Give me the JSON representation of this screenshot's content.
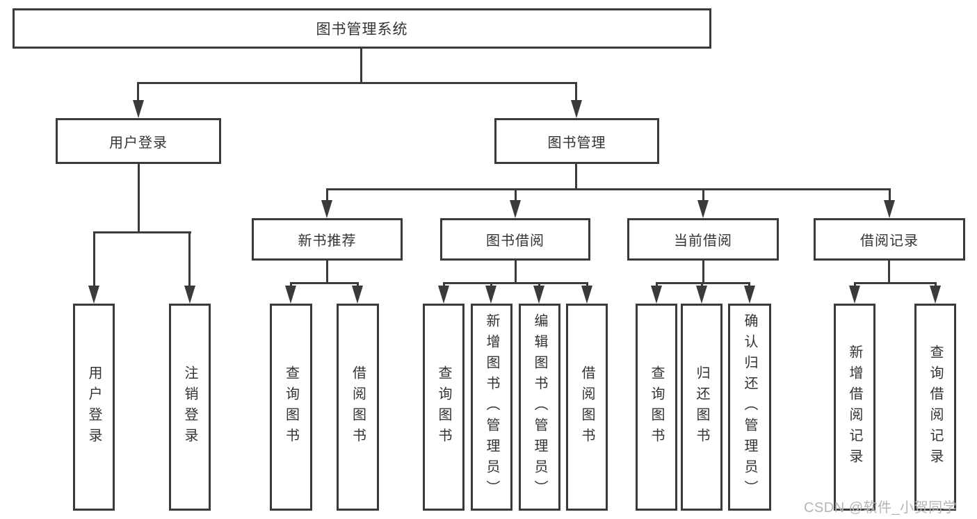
{
  "tree": {
    "root": {
      "label": "图书管理系统"
    },
    "branches": [
      {
        "label": "用户登录",
        "children": [
          {
            "label": "用户登录"
          },
          {
            "label": "注销登录"
          }
        ]
      },
      {
        "label": "图书管理",
        "children": [
          {
            "label": "新书推荐",
            "children": [
              {
                "label": "查询图书"
              },
              {
                "label": "借阅图书"
              }
            ]
          },
          {
            "label": "图书借阅",
            "children": [
              {
                "label": "查询图书"
              },
              {
                "label": "新增图书（管理员）"
              },
              {
                "label": "编辑图书（管理员）"
              },
              {
                "label": "借阅图书"
              }
            ]
          },
          {
            "label": "当前借阅",
            "children": [
              {
                "label": "查询图书"
              },
              {
                "label": "归还图书"
              },
              {
                "label": "确认归还（管理员）"
              }
            ]
          },
          {
            "label": "借阅记录",
            "children": [
              {
                "label": "新增借阅记录"
              },
              {
                "label": "查询借阅记录"
              }
            ]
          }
        ]
      }
    ]
  },
  "watermark": "CSDN @软件_小贺同学",
  "colors": {
    "line": "#3a3a3a",
    "text": "#333333",
    "watermark": "#b5b5b5",
    "background": "#ffffff"
  }
}
